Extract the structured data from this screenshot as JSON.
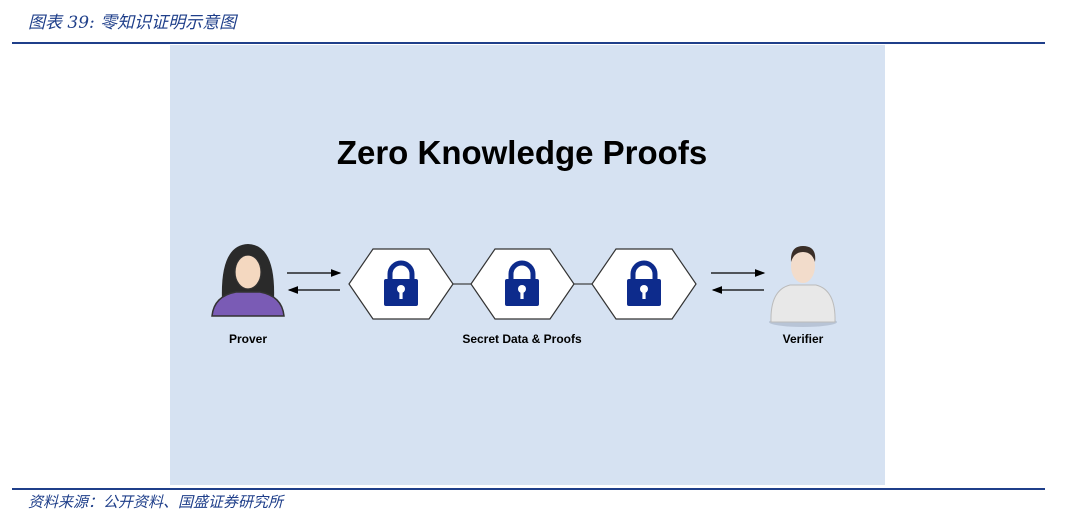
{
  "caption": "图表 39:  零知识证明示意图",
  "source": "资料来源：公开资料、国盛证券研究所",
  "diagram": {
    "title": "Zero Knowledge Proofs",
    "prover_label": "Prover",
    "center_label": "Secret Data & Proofs",
    "verifier_label": "Verifier",
    "colors": {
      "background": "#d6e2f2",
      "lock": "#0d2b8c",
      "prover_shirt": "#7a5bb5",
      "accent": "#1f3f8a"
    }
  }
}
